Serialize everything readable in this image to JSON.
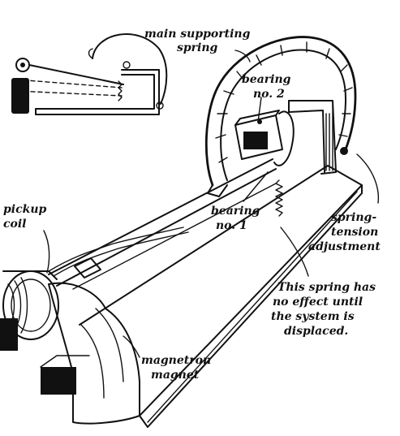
{
  "labels": {
    "main_supporting_spring": [
      "main supporting",
      "spring"
    ],
    "bearing_2": [
      "bearing",
      "no. 2"
    ],
    "bearing_1": [
      "bearing",
      "no. 1"
    ],
    "pickup_coil": [
      "pickup",
      "coil"
    ],
    "spring_tension": [
      "spring-",
      "tension",
      "adjustment"
    ],
    "note": [
      "This spring has",
      "no effect until",
      "the system is",
      "displaced."
    ],
    "magnetron_magnet": [
      "magnetron",
      "magnet"
    ]
  },
  "colors": {
    "ink": "#111111",
    "paper": "#ffffff"
  }
}
